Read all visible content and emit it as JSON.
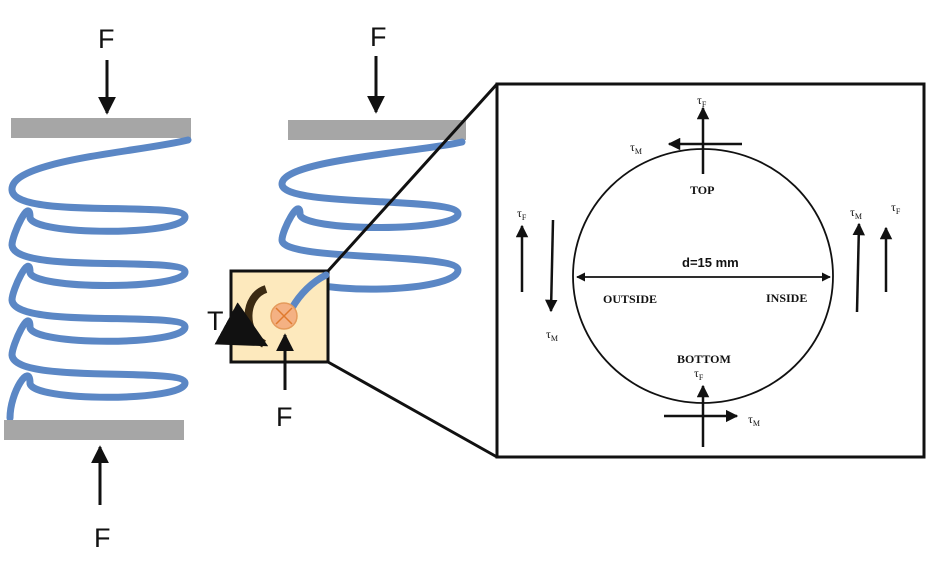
{
  "labels": {
    "force": "F",
    "torque": "T",
    "diameter": "d=15 mm",
    "top": "TOP",
    "bottom": "BOTTOM",
    "outside": "OUTSIDE",
    "inside": "INSIDE",
    "tau": "τ",
    "sub_F": "F",
    "sub_M": "M"
  },
  "colors": {
    "spring": "#5b87c5",
    "plate": "#a6a6a6",
    "highlight": "#fde9bd",
    "cross_marker": "#f4b183",
    "arrow": "#111111"
  }
}
